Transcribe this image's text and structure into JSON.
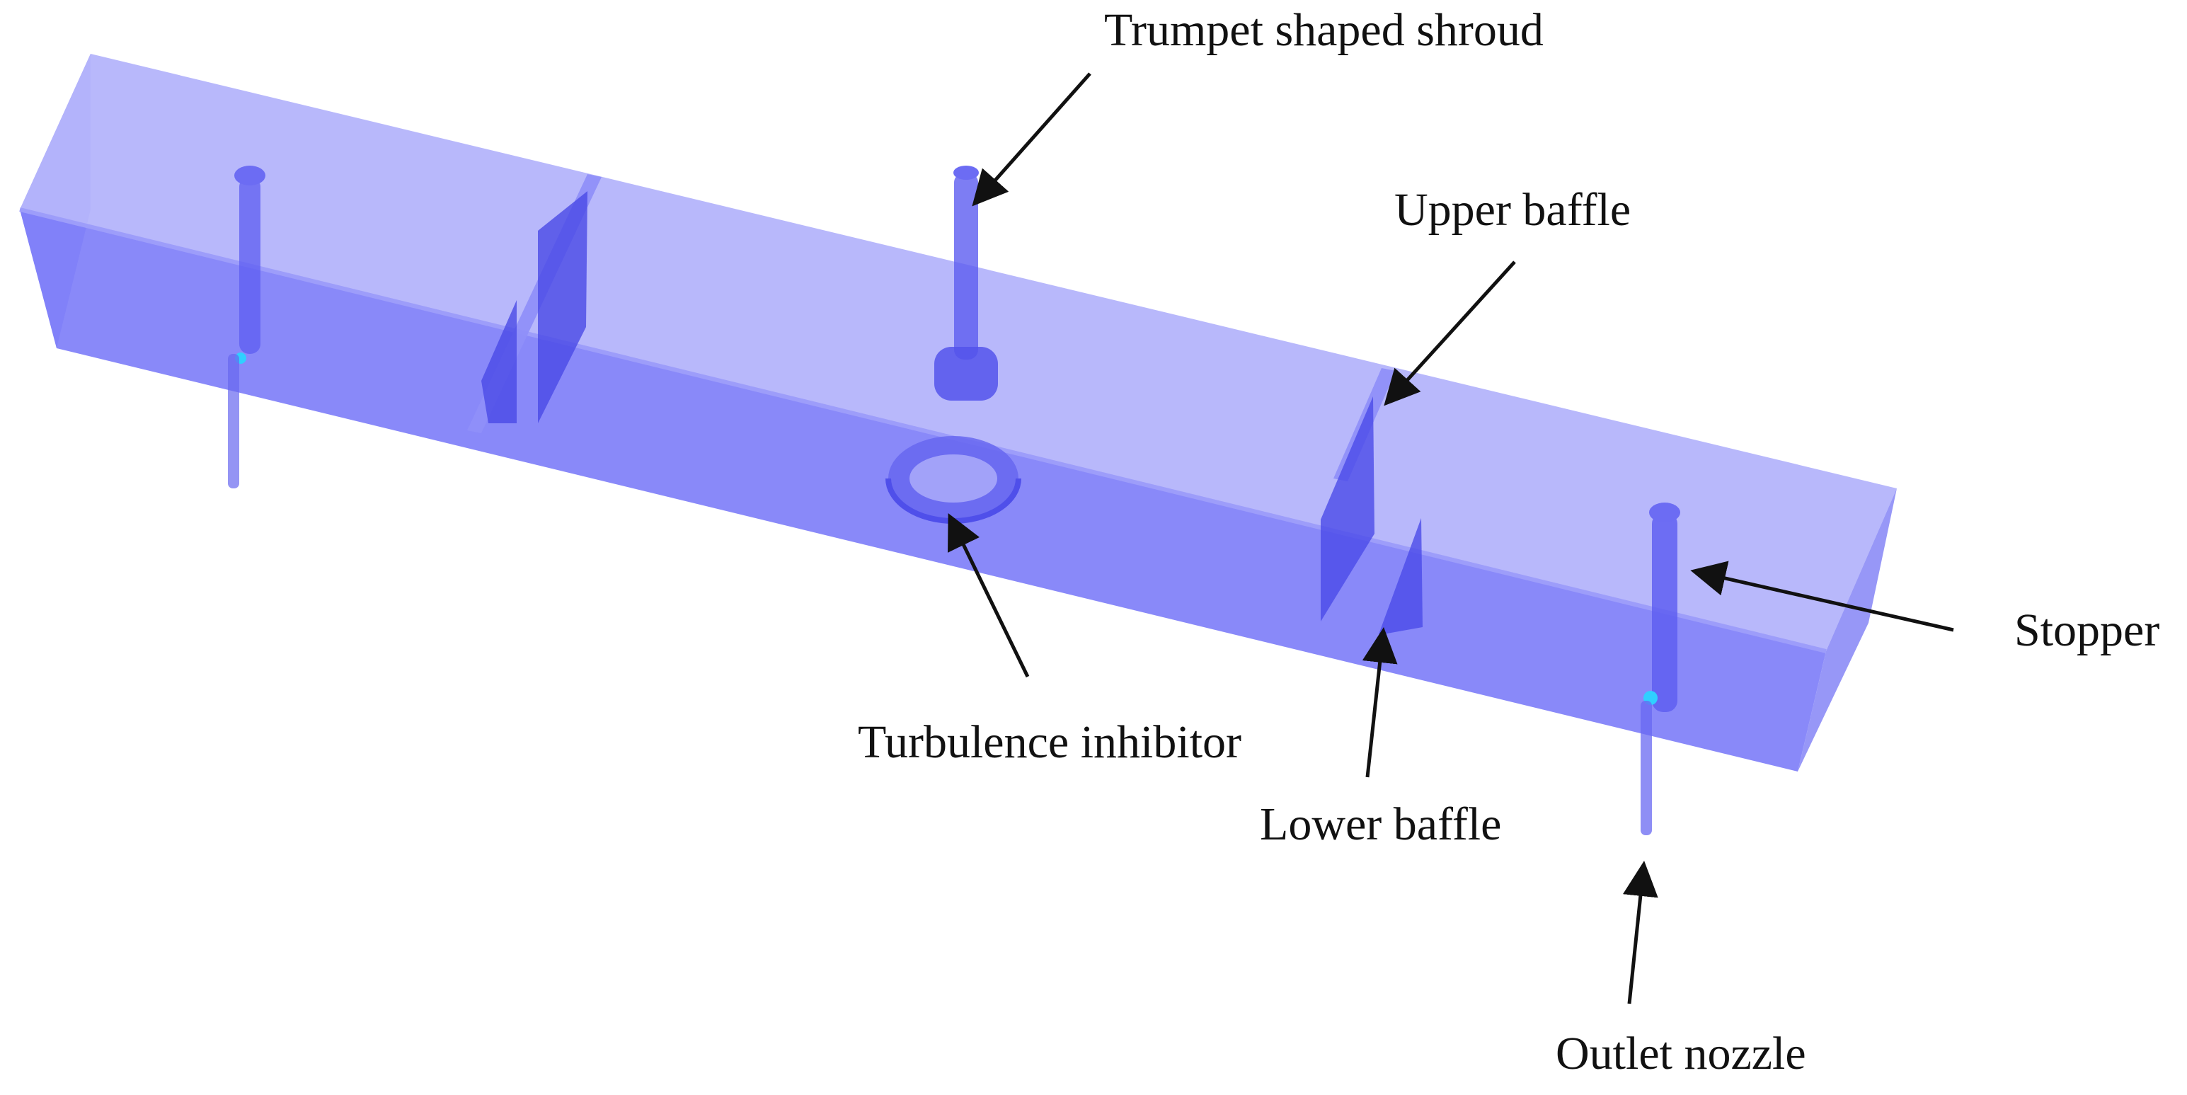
{
  "colors": {
    "background": "#ffffff",
    "tundish_top": "#b4b4fb",
    "tundish_front": "#7f7ff9",
    "tundish_side": "#8888f7",
    "component": "#5b5bf2",
    "component_dark": "#4646e0",
    "highlight": "#2fd0ff",
    "text": "#111111"
  },
  "labels": {
    "trumpet_shaped_shroud": "Trumpet shaped shroud",
    "upper_baffle": "Upper baffle",
    "stopper": "Stopper",
    "turbulence_inhibitor": "Turbulence inhibitor",
    "lower_baffle": "Lower baffle",
    "outlet_nozzle": "Outlet nozzle"
  }
}
